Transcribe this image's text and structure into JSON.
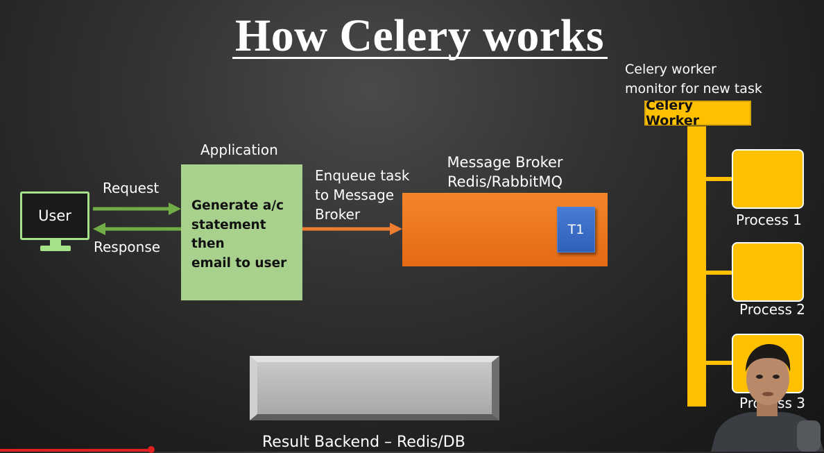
{
  "title": "How Celery works",
  "user_label": "User",
  "request_label": "Request",
  "response_label": "Response",
  "application_title": "Application",
  "application_text": [
    "Generate a/c",
    "statement then",
    "email to user"
  ],
  "enqueue_label": [
    "Enqueue task",
    "to Message",
    "Broker"
  ],
  "broker_title": [
    "Message Broker",
    "Redis/RabbitMQ"
  ],
  "task_label": "T1",
  "worker_note": [
    "Celery worker",
    "monitor for new task"
  ],
  "worker_label": "Celery Worker",
  "processes": [
    "Process 1",
    "Process 2",
    "Process 3"
  ],
  "result_backend_label": "Result Backend – Redis/DB",
  "colors": {
    "request_arrow": "#70ad47",
    "enqueue_arrow": "#ed7d31",
    "application_fill": "#a9d18e",
    "broker_fill": "#ed7d31",
    "task_fill": "#4472c4",
    "worker_fill": "#ffc000"
  }
}
